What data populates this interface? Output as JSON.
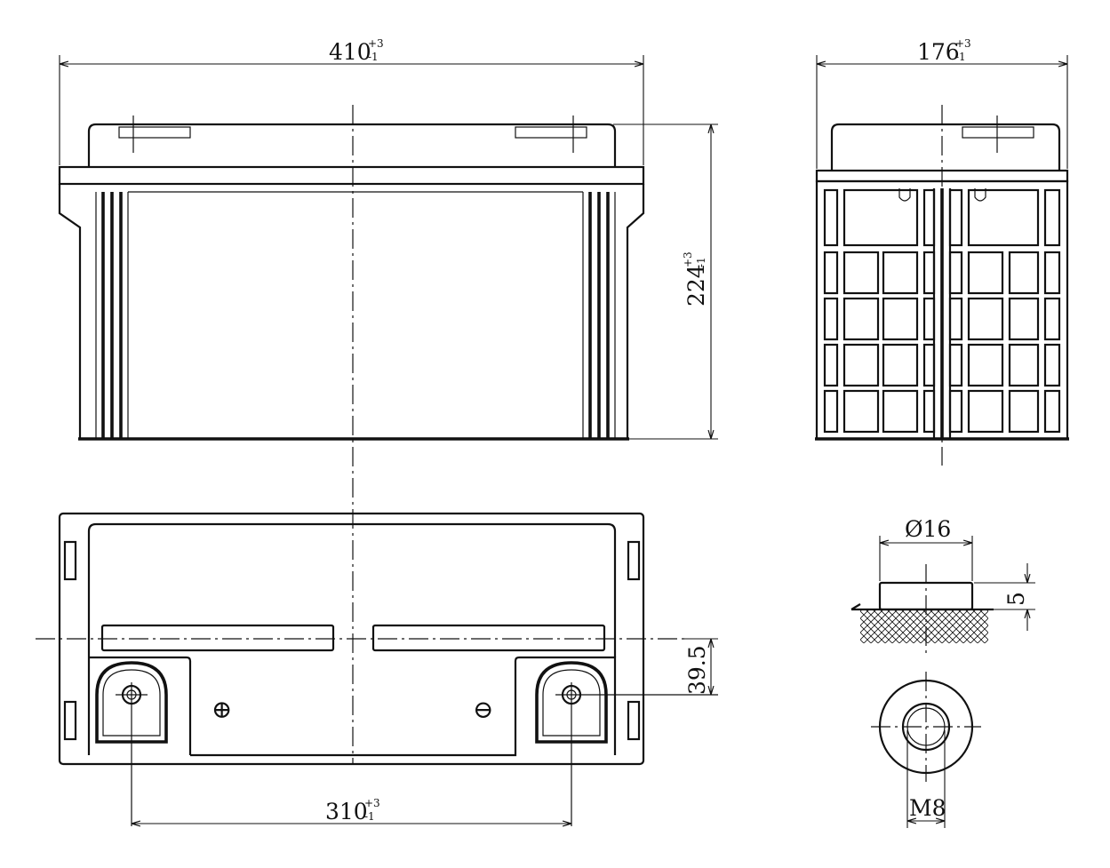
{
  "dimensions": {
    "length": {
      "value": "410",
      "tol_upper": "+3",
      "tol_lower": "-1"
    },
    "width": {
      "value": "176",
      "tol_upper": "+3",
      "tol_lower": "-1"
    },
    "height": {
      "value": "224",
      "tol_upper": "+3",
      "tol_lower": "-1"
    },
    "terminal_spacing": {
      "value": "310",
      "tol_upper": "+3",
      "tol_lower": "-1"
    },
    "terminal_offset": {
      "value": "39.5"
    },
    "terminal_diameter": {
      "value": "Ø16"
    },
    "terminal_height": {
      "value": "5"
    },
    "bolt_thread": {
      "value": "M8"
    }
  },
  "polarity": {
    "positive": "⊕",
    "negative": "⊖"
  }
}
